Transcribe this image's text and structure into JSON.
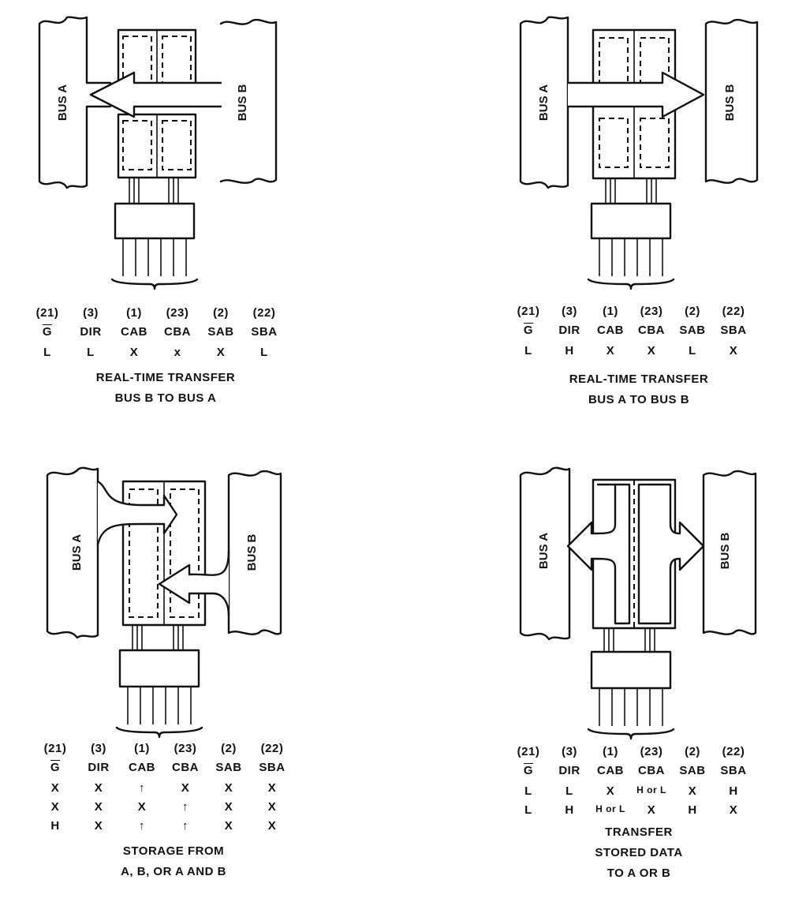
{
  "panels": [
    {
      "id": "p1",
      "bus_left": "BUS A",
      "bus_right": "BUS B",
      "pins": [
        "(21)",
        "(3)",
        "(1)",
        "(23)",
        "(2)",
        "(22)"
      ],
      "signals": [
        "G",
        "DIR",
        "CAB",
        "CBA",
        "SAB",
        "SBA"
      ],
      "rows": [
        [
          "L",
          "L",
          "X",
          "x",
          "X",
          "L"
        ]
      ],
      "caption": [
        "REAL-TIME TRANSFER",
        "BUS B TO BUS A"
      ]
    },
    {
      "id": "p2",
      "bus_left": "BUS A",
      "bus_right": "BUS B",
      "pins": [
        "(21)",
        "(3)",
        "(1)",
        "(23)",
        "(2)",
        "(22)"
      ],
      "signals": [
        "G",
        "DIR",
        "CAB",
        "CBA",
        "SAB",
        "SBA"
      ],
      "rows": [
        [
          "L",
          "H",
          "X",
          "X",
          "L",
          "X"
        ]
      ],
      "caption": [
        "REAL-TIME TRANSFER",
        "BUS A TO BUS B"
      ]
    },
    {
      "id": "p3",
      "bus_left": "BUS A",
      "bus_right": "BUS B",
      "pins": [
        "(21)",
        "(3)",
        "(1)",
        "(23)",
        "(2)",
        "(22)"
      ],
      "signals": [
        "G",
        "DIR",
        "CAB",
        "CBA",
        "SAB",
        "SBA"
      ],
      "rows": [
        [
          "X",
          "X",
          "↑",
          "X",
          "X",
          "X"
        ],
        [
          "X",
          "X",
          "X",
          "↑",
          "X",
          "X"
        ],
        [
          "H",
          "X",
          "↑",
          "↑",
          "X",
          "X"
        ]
      ],
      "caption": [
        "STORAGE FROM",
        "A, B, OR A AND B"
      ]
    },
    {
      "id": "p4",
      "bus_left": "BUS A",
      "bus_right": "BUS B",
      "pins": [
        "(21)",
        "(3)",
        "(1)",
        "(23)",
        "(2)",
        "(22)"
      ],
      "signals": [
        "G",
        "DIR",
        "CAB",
        "CBA",
        "SAB",
        "SBA"
      ],
      "rows": [
        [
          "L",
          "L",
          "X",
          "H or L",
          "X",
          "H"
        ],
        [
          "L",
          "H",
          "H or L",
          "X",
          "H",
          "X"
        ]
      ],
      "caption": [
        "TRANSFER",
        "STORED DATA",
        "TO A OR B"
      ]
    }
  ]
}
